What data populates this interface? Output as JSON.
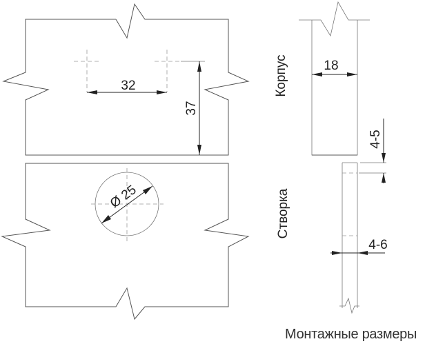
{
  "title": "Монтажные размеры",
  "labels": {
    "korpus": "Корпус",
    "stvorka": "Створка"
  },
  "dimensions": {
    "hole_spacing": "32",
    "hole_offset": "37",
    "cup_diameter": "Ø 25",
    "panel_thickness": "18",
    "overlap_gap": "4-5",
    "door_gap": "4-6"
  },
  "colors": {
    "line": "#555555",
    "dimension": "#222222"
  }
}
